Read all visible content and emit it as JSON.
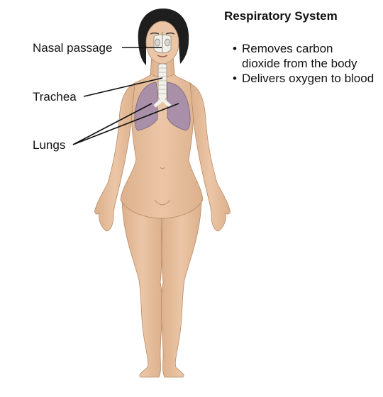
{
  "callouts": {
    "nasal_passage": "Nasal passage",
    "trachea": "Trachea",
    "lungs": "Lungs"
  },
  "info_panel": {
    "title": "Respiratory System",
    "bullet_symbol": "•",
    "items": [
      "Removes carbon dioxide from the body",
      "Delivers oxygen to blood"
    ]
  },
  "colors": {
    "skin": "#e8c3a2",
    "skin_shadow": "#d6a884",
    "hair": "#1e1e1e",
    "lung": "#a98fa8",
    "lung_outline": "#7e6a80",
    "airway_bone": "#f2f1ea",
    "leader_line": "#111111"
  }
}
